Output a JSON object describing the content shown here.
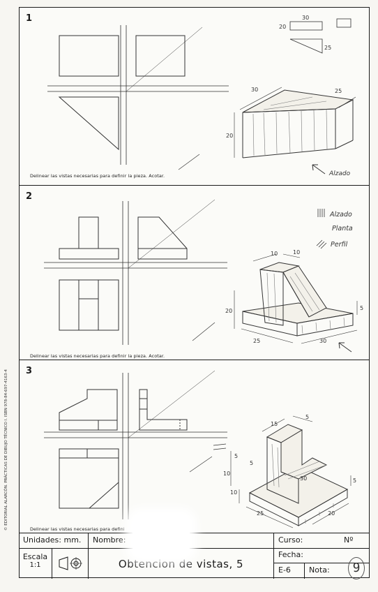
{
  "panels": [
    {
      "number": "1",
      "instruction": "Delinear las vistas necesarias para definir la pieza. Acotar."
    },
    {
      "number": "2",
      "instruction": "Delinear las vistas necesarias para definir la pieza. Acotar."
    },
    {
      "number": "3",
      "instruction": "Delinear las vistas necesarias para defini"
    }
  ],
  "side_text": "© EDITORIAL ALARCÓN. PRÁCTICAS DE DIBUJO TÉCNICO I.  ISBN 978-84-697-4163-4",
  "dims": {
    "p1": {
      "top": "30",
      "right": "25",
      "height": "20",
      "sketch_w": "30",
      "sketch_h": "20",
      "sketch_d": "25"
    },
    "p2": {
      "a": "10",
      "b": "10",
      "h": "20",
      "h2": "5",
      "w": "25",
      "l": "30"
    },
    "p3": {
      "a": "5",
      "b": "15",
      "c": "5",
      "h1": "5",
      "h2": "10",
      "h3": "10",
      "w": "25",
      "d": "30",
      "l": "20",
      "t": "5"
    }
  },
  "annotations": {
    "alzado_arrow": "Alzado",
    "legend": [
      "Alzado",
      "Planta",
      "Perfil"
    ]
  },
  "title_block": {
    "units": "Unidades: mm.",
    "name_label": "Nombre:",
    "course_label": "Curso:",
    "number_label": "Nº",
    "scale_label": "Escala",
    "scale_value": "1:1",
    "title": "Obtencion de vistas, 5",
    "date_label": "Fecha:",
    "code": "E-6",
    "grade_label": "Nota:",
    "grade_value": "9"
  }
}
